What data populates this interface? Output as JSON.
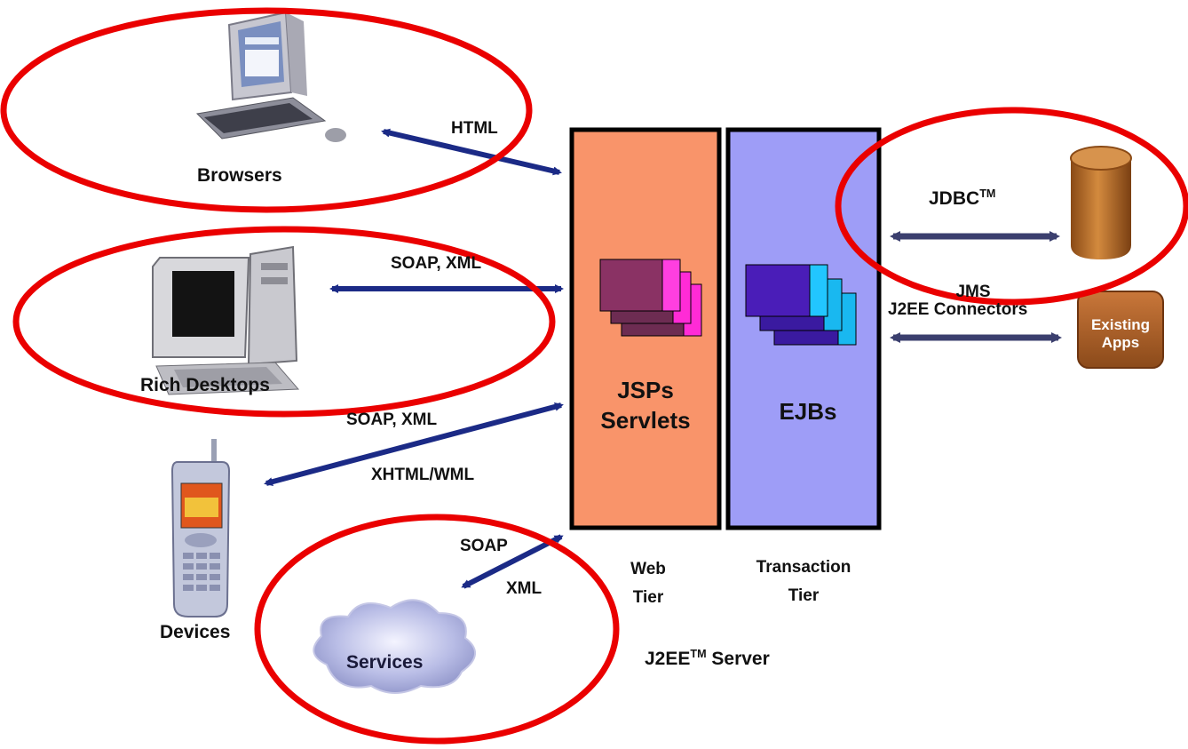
{
  "clients": {
    "browsers": "Browsers",
    "rich_desktops": "Rich Desktops",
    "devices": "Devices",
    "services": "Services"
  },
  "protocols": {
    "html": "HTML",
    "soap_xml_desktop": "SOAP, XML",
    "soap_xml_devices": "SOAP, XML",
    "xhtml_wml": "XHTML/WML",
    "soap": "SOAP",
    "xml": "XML",
    "jdbc": "JDBC",
    "jdbc_tm": "TM",
    "jms": "JMS",
    "j2ee_connectors": "J2EE Connectors"
  },
  "server": {
    "web_component_line1": "JSPs",
    "web_component_line2": "Servlets",
    "transaction_component": "EJBs",
    "web_tier_line1": "Web",
    "web_tier_line2": "Tier",
    "transaction_tier_line1": "Transaction",
    "transaction_tier_line2": "Tier",
    "server_name_prefix": "J2EE",
    "server_name_tm": "TM",
    "server_name_suffix": " Server"
  },
  "backends": {
    "existing_apps_line1": "Existing",
    "existing_apps_line2": "Apps"
  },
  "colors": {
    "web_tier": "#f9946a",
    "transaction_tier": "#9e9df7",
    "arrow": "#1b2a86",
    "highlight": "#ea0000",
    "database": "#b0621f"
  }
}
